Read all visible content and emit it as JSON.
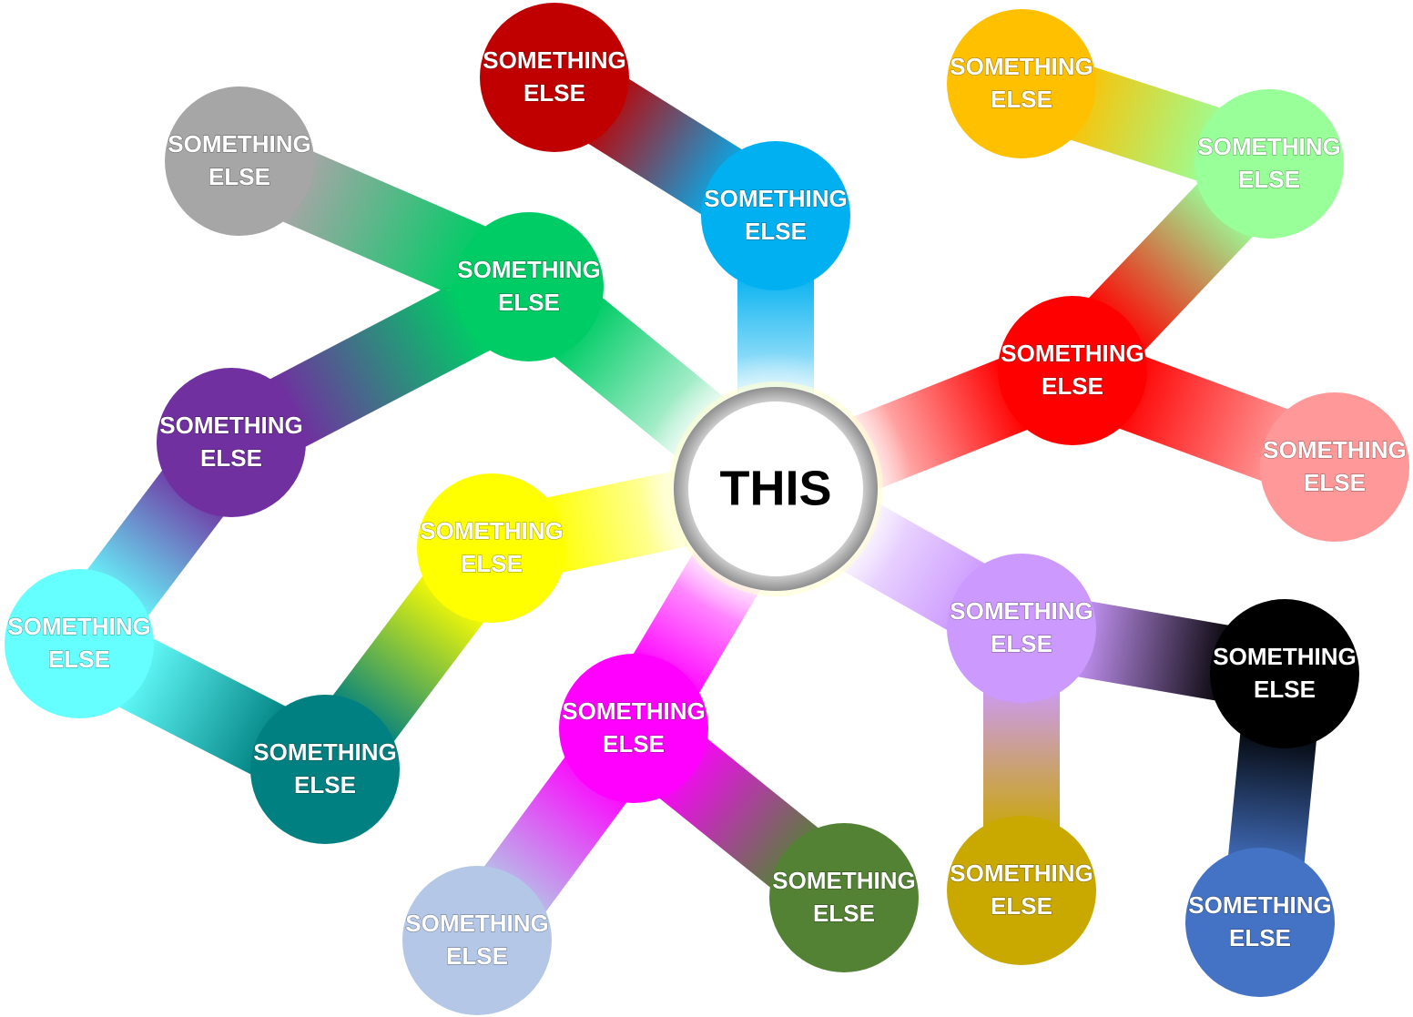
{
  "center": {
    "label": "THIS",
    "ring_color": "#000000",
    "glow_color": "#ffff66"
  },
  "nodes": [
    {
      "id": "darkred",
      "color": "#C00000",
      "line1": "SOMETHING",
      "line2": "ELSE"
    },
    {
      "id": "skyblue",
      "color": "#00B0F0",
      "line1": "SOMETHING",
      "line2": "ELSE"
    },
    {
      "id": "orange",
      "color": "#FFC000",
      "line1": "SOMETHING",
      "line2": "ELSE"
    },
    {
      "id": "lightgreen",
      "color": "#99FF99",
      "line1": "SOMETHING",
      "line2": "ELSE"
    },
    {
      "id": "red",
      "color": "#FF0000",
      "line1": "SOMETHING",
      "line2": "ELSE"
    },
    {
      "id": "salmon",
      "color": "#FF9999",
      "line1": "SOMETHING",
      "line2": "ELSE"
    },
    {
      "id": "gray",
      "color": "#A6A6A6",
      "line1": "SOMETHING",
      "line2": "ELSE"
    },
    {
      "id": "green",
      "color": "#00CC66",
      "line1": "SOMETHING",
      "line2": "ELSE"
    },
    {
      "id": "purple",
      "color": "#7030A0",
      "line1": "SOMETHING",
      "line2": "ELSE"
    },
    {
      "id": "yellow",
      "color": "#FFFF00",
      "line1": "SOMETHING",
      "line2": "ELSE"
    },
    {
      "id": "cyan",
      "color": "#66FFFF",
      "line1": "SOMETHING",
      "line2": "ELSE"
    },
    {
      "id": "teal",
      "color": "#008080",
      "line1": "SOMETHING",
      "line2": "ELSE"
    },
    {
      "id": "magenta",
      "color": "#FF00FF",
      "line1": "SOMETHING",
      "line2": "ELSE"
    },
    {
      "id": "paleblue",
      "color": "#B4C7E7",
      "line1": "SOMETHING",
      "line2": "ELSE"
    },
    {
      "id": "olive",
      "color": "#548235",
      "line1": "SOMETHING",
      "line2": "ELSE"
    },
    {
      "id": "lavender",
      "color": "#CC99FF",
      "line1": "SOMETHING",
      "line2": "ELSE"
    },
    {
      "id": "black",
      "color": "#000000",
      "line1": "SOMETHING",
      "line2": "ELSE"
    },
    {
      "id": "mustard",
      "color": "#C9A800",
      "line1": "SOMETHING",
      "line2": "ELSE"
    },
    {
      "id": "blue",
      "color": "#4472C4",
      "line1": "SOMETHING",
      "line2": "ELSE"
    }
  ],
  "links": [
    [
      "center",
      "skyblue"
    ],
    [
      "skyblue",
      "darkred"
    ],
    [
      "center",
      "red"
    ],
    [
      "red",
      "lightgreen"
    ],
    [
      "lightgreen",
      "orange"
    ],
    [
      "red",
      "salmon"
    ],
    [
      "center",
      "green"
    ],
    [
      "green",
      "gray"
    ],
    [
      "green",
      "purple"
    ],
    [
      "purple",
      "cyan"
    ],
    [
      "cyan",
      "teal"
    ],
    [
      "teal",
      "yellow"
    ],
    [
      "yellow",
      "center"
    ],
    [
      "center",
      "magenta"
    ],
    [
      "magenta",
      "paleblue"
    ],
    [
      "magenta",
      "olive"
    ],
    [
      "center",
      "lavender"
    ],
    [
      "lavender",
      "black"
    ],
    [
      "black",
      "blue"
    ],
    [
      "lavender",
      "mustard"
    ]
  ]
}
